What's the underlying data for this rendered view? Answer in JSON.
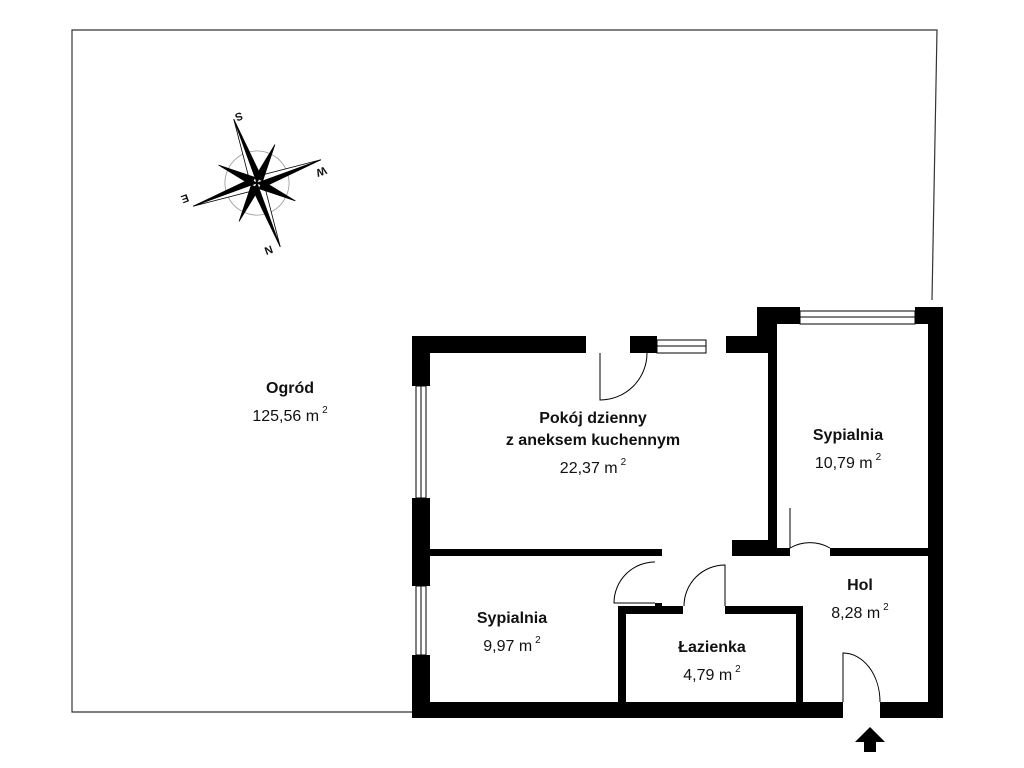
{
  "rooms": {
    "garden": {
      "name": "Ogród",
      "area": "125,56 m",
      "unit_sup": "2"
    },
    "living": {
      "name_line1": "Pokój dzienny",
      "name_line2": "z aneksem kuchennym",
      "area": "22,37 m",
      "unit_sup": "2"
    },
    "bedroom_right": {
      "name": "Sypialnia",
      "area": "10,79 m",
      "unit_sup": "2"
    },
    "hall": {
      "name": "Hol",
      "area": "8,28 m",
      "unit_sup": "2"
    },
    "bedroom_left": {
      "name": "Sypialnia",
      "area": "9,97 m",
      "unit_sup": "2"
    },
    "bathroom": {
      "name": "Łazienka",
      "area": "4,79 m",
      "unit_sup": "2"
    }
  },
  "compass": {
    "s": "S",
    "w": "W",
    "e": "E",
    "n": "N"
  },
  "colors": {
    "wall": "#000000",
    "background": "#ffffff"
  }
}
